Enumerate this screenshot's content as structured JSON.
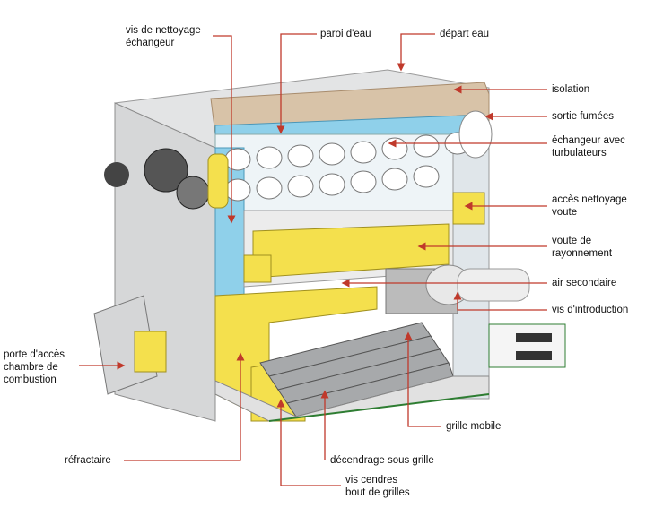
{
  "labels": {
    "vis_nettoyage": "vis de nettoyage\néchangeur",
    "paroi_eau": "paroi d'eau",
    "depart_eau": "départ eau",
    "isolation": "isolation",
    "sortie_fumees": "sortie fumées",
    "echangeur": "échangeur avec\nturbulateurs",
    "acces_nettoyage": "accès nettoyage\nvoute",
    "voute": "voute de\nrayonnement",
    "air_secondaire": "air secondaire",
    "vis_introduction": "vis d'introduction",
    "porte_acces": "porte d'accès\nchambre de\ncombustion",
    "refractaire": "réfractaire",
    "grille_mobile": "grille mobile",
    "decendrage": "décendrage sous grille",
    "vis_cendres": "vis cendres\nbout de grilles"
  },
  "colors": {
    "leader": "#c0392b",
    "refractory": "#f4e04d",
    "water": "#8fd0ea",
    "insulation": "#d8c3a8",
    "steel": "#d9dadb"
  }
}
